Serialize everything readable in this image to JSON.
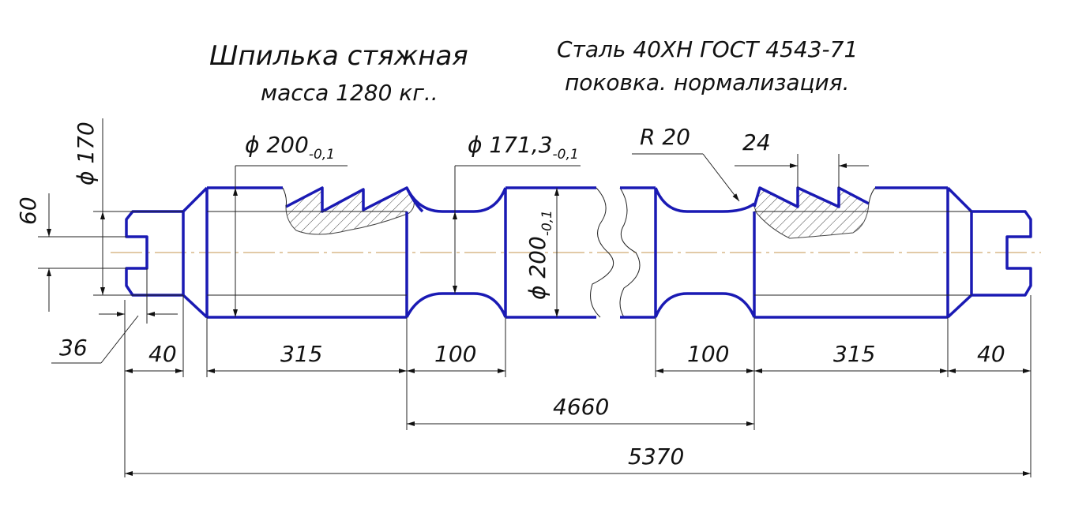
{
  "title": "Шпилька стяжная",
  "mass": "масса 1280 кг..",
  "material": "Сталь 40ХН ГОСТ 4543-71",
  "process": "поковка. нормализация.",
  "dimensions": {
    "d170": "ϕ 170",
    "d60": "60",
    "d36": "36",
    "d200_left": "ϕ 200",
    "d200_left_tol": "-0,1",
    "d171": "ϕ 171,3",
    "d171_tol": "-0,1",
    "d200_mid": "ϕ 200",
    "d200_mid_tol": "-0,1",
    "r20": "R 20",
    "pitch": "24",
    "l40_left": "40",
    "l315_left": "315",
    "l100_left": "100",
    "l100_right": "100",
    "l315_right": "315",
    "l40_right": "40",
    "l4660": "4660",
    "l5370": "5370"
  },
  "colors": {
    "outline": "#1a1ab4",
    "centerline": "#d8b98a"
  }
}
